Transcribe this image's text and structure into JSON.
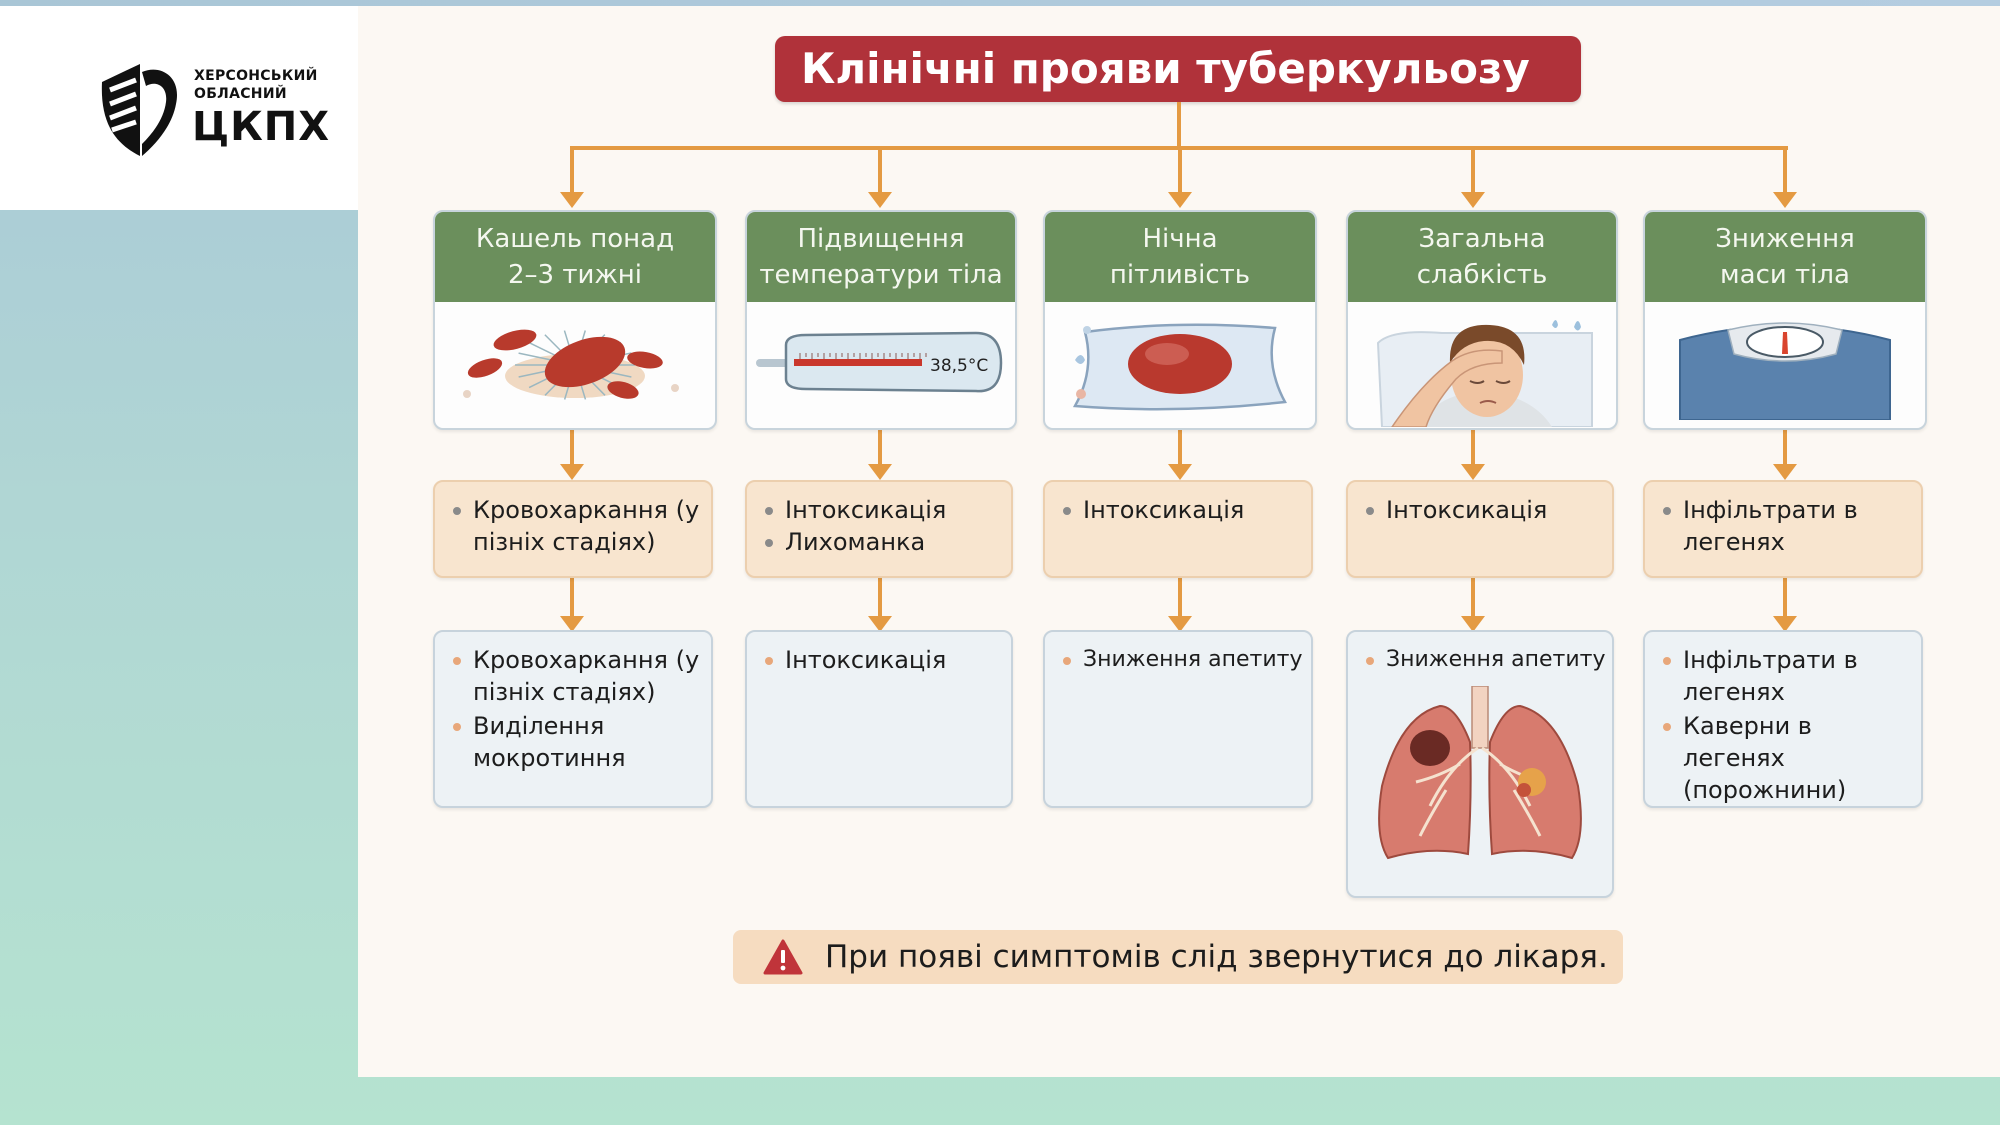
{
  "logo": {
    "line1": "ХЕРСОНСЬКИЙ",
    "line2": "ОБЛАСНИЙ",
    "line3": "ЦКПХ"
  },
  "title": "Клінічні прояви туберкульозу",
  "colors": {
    "title_bg": "#b0323a",
    "card_header": "#6b8f5c",
    "arrow": "#e49a42",
    "mid_box": "#f8e5cf",
    "low_box": "#edf2f5",
    "warning_bg": "#f6dcc0"
  },
  "columns": [
    {
      "header": [
        "Кашель понад",
        "2–3 тижні"
      ],
      "image": "bacteria-icon",
      "mid": [
        "Кровохаркання (у пізніх стадіях)"
      ],
      "low": [
        "Кровохаркання (у пізніх стадіях)",
        "Виділення мокротиння"
      ]
    },
    {
      "header": [
        "Підвищення",
        "температури тіла"
      ],
      "image": "thermometer-icon",
      "image_label": "38,5°C",
      "mid": [
        "Інтоксикація",
        "Лихоманка"
      ],
      "low": [
        "Інтоксикація"
      ]
    },
    {
      "header": [
        "Нічна",
        "пітливість"
      ],
      "image": "sweaty-pillow-icon",
      "mid": [
        "Інтоксикація"
      ],
      "low": [
        "Зниження апетиту"
      ]
    },
    {
      "header": [
        "Загальна",
        "слабкість"
      ],
      "image": "tired-person-icon",
      "mid": [
        "Інтоксикація"
      ],
      "low": [
        "Зниження апетиту"
      ],
      "low_image": "lungs-icon"
    },
    {
      "header": [
        "Зниження",
        "маси тіла"
      ],
      "image": "scale-icon",
      "mid": [
        "Інфільтрати в легенях"
      ],
      "low": [
        "Інфільтрати в легенях",
        "Каверни в легенях (порожнини)"
      ]
    }
  ],
  "warning": {
    "icon": "warning-triangle-icon",
    "text": "При появі симптомів слід звернутися до лікаря."
  }
}
